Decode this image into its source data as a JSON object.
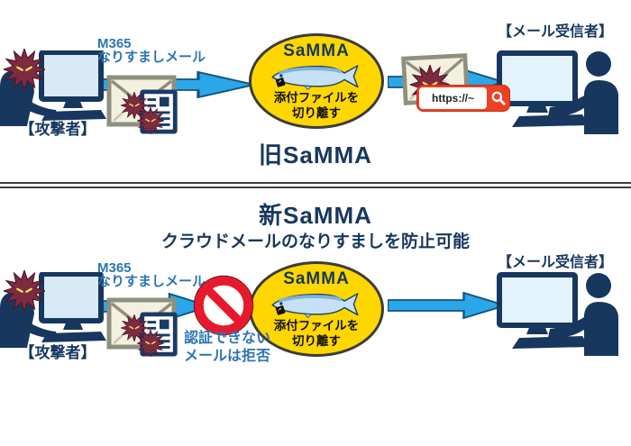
{
  "colors": {
    "navy_text": "#17375E",
    "blue_text": "#2E74B5",
    "arrow_fill": "#2BA6E8",
    "samma_yellow": "#FFD700",
    "virus_red": "#7D2B40",
    "prohibit_red": "#E8192C",
    "urlbar_orange": "#EE4023",
    "envelope_ivory": "#F4F0E0"
  },
  "icons": {
    "virus": "virus-star-icon",
    "envelope": "envelope-icon",
    "attachment_document": "document-icon",
    "fish": "saury-fish-icon",
    "prohibition": "prohibition-icon",
    "search": "magnifier-icon",
    "attacker_pc": "person-at-computer-icon",
    "receiver_pc": "person-at-computer-icon"
  },
  "sections": {
    "old": {
      "title": "旧SaMMA",
      "attacker_label": "【攻撃者】",
      "receiver_label": "【メール受信者】",
      "mail_label": {
        "line1": "M365",
        "line2": "なりすましメール"
      },
      "url_text": "https://~",
      "samma": {
        "name": "SaMMA",
        "desc1": "添付ファイルを",
        "desc2": "切り離す"
      }
    },
    "new": {
      "title": "新SaMMA",
      "subtitle": "クラウドメールのなりすましを防止可能",
      "attacker_label": "【攻撃者】",
      "receiver_label": "【メール受信者】",
      "mail_label": {
        "line1": "M365",
        "line2": "なりすましメール"
      },
      "block_label": {
        "line1": "認証できない",
        "line2": "メールは拒否"
      },
      "samma": {
        "name": "SaMMA",
        "desc1": "添付ファイルを",
        "desc2": "切り離す"
      }
    }
  }
}
